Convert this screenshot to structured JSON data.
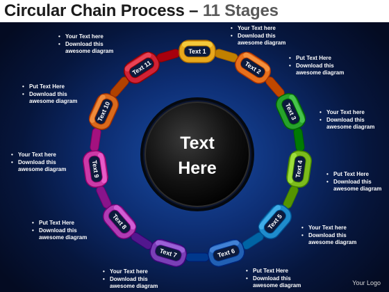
{
  "title": {
    "main": "Circular Chain Process",
    "dash": " – ",
    "sub": "11 Stages"
  },
  "center": {
    "line1": "Text",
    "line2": "Here"
  },
  "links": [
    {
      "label": "Text 1",
      "color": "#e8a81c"
    },
    {
      "label": "Text 2",
      "color": "#e8701c"
    },
    {
      "label": "Text 3",
      "color": "#27a22b"
    },
    {
      "label": "Text 4",
      "color": "#7cbc1c"
    },
    {
      "label": "Text 5",
      "color": "#1f8ccc"
    },
    {
      "label": "Text 6",
      "color": "#2160b4"
    },
    {
      "label": "Text 7",
      "color": "#7a3fb6"
    },
    {
      "label": "Text 8",
      "color": "#b03cb3"
    },
    {
      "label": "Text 9",
      "color": "#cc3aa7"
    },
    {
      "label": "Text 10",
      "color": "#d96a1c"
    },
    {
      "label": "Text 11",
      "color": "#cf2235"
    }
  ],
  "notes": [
    {
      "line1": "Your Text here",
      "line2": "Download this",
      "line3": "awesome diagram"
    },
    {
      "line1": "Your Text here",
      "line2": "Download this",
      "line3": "awesome diagram"
    },
    {
      "line1": "Put Text Here",
      "line2": "Download this",
      "line3": "awesome diagram"
    },
    {
      "line1": "Your Text here",
      "line2": "Download this",
      "line3": "awesome diagram"
    },
    {
      "line1": "Put Text Here",
      "line2": "Download this",
      "line3": "awesome diagram"
    },
    {
      "line1": "Your Text here",
      "line2": "Download this",
      "line3": "awesome diagram"
    },
    {
      "line1": "Put Text Here",
      "line2": "Download this",
      "line3": "awesome diagram"
    },
    {
      "line1": "Your Text here",
      "line2": "Download this",
      "line3": "awesome diagram"
    },
    {
      "line1": "Put Text Here",
      "line2": "Download this",
      "line3": "awesome diagram"
    },
    {
      "line1": "Your Text here",
      "line2": "Download this",
      "line3": "awesome diagram"
    },
    {
      "line1": "Put Text Here",
      "line2": "Download this",
      "line3": "awesome diagram"
    }
  ],
  "footer": "Your Logo"
}
